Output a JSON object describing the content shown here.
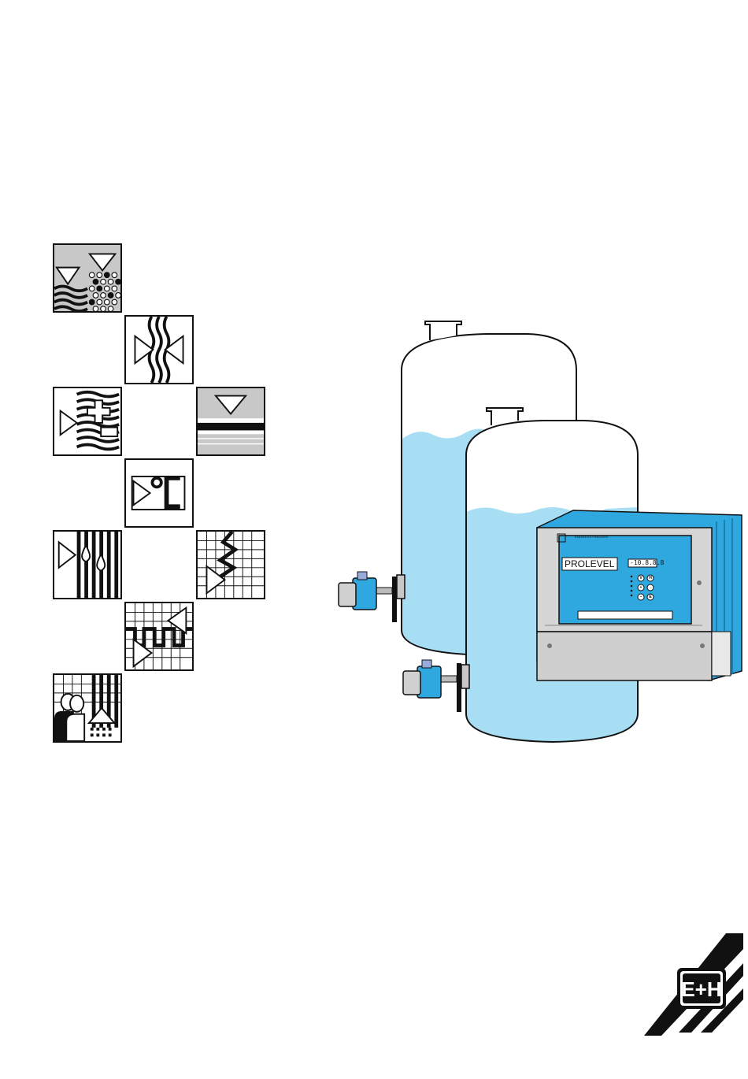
{
  "device": {
    "display_label": "PROLEVEL",
    "readout": "-10.8.8.8",
    "keys": [
      "V",
      "H",
      "+",
      "→",
      "−",
      "E"
    ],
    "front_caption": "ENDRESS+HAUSER"
  },
  "logo": {
    "mark": "E+H"
  },
  "colors": {
    "liquid": "#a8def4",
    "device_blue": "#2fa8e0",
    "tile_gray": "#c8c8c8",
    "ink": "#111111"
  },
  "icons": [
    "level-liquid-solid-icon",
    "flow-icon",
    "analysis-icon",
    "interface-level-icon",
    "temperature-icon",
    "humidity-icon",
    "pressure-icon",
    "signal-transmission-icon",
    "service-icon"
  ]
}
